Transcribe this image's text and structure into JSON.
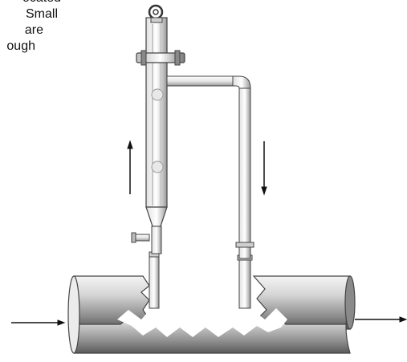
{
  "caption": {
    "lines": [
      "ocated",
      "Small",
      "are",
      "ough"
    ]
  },
  "colors": {
    "pipe_light": "#f2f2f2",
    "pipe_dark": "#6e6e6e",
    "outline": "#3a3a3a",
    "arrow": "#111111"
  },
  "icons": {
    "flow_in": "arrow-right-icon",
    "flow_out": "arrow-right-icon",
    "flow_up": "arrow-up-icon",
    "flow_down": "arrow-down-icon"
  }
}
